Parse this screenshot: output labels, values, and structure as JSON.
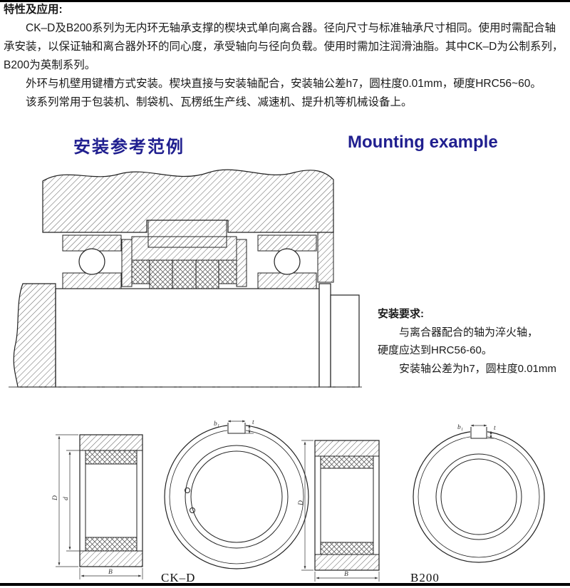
{
  "colors": {
    "accent": "#201f8f",
    "line": "#222222"
  },
  "intro": {
    "title": "特性及应用:",
    "p1": "CK–D及B200系列为无内环无轴承支撑的楔块式单向离合器。径向尺寸与标准轴承尺寸相同。使用时需配合轴承安装，以保证轴和离合器外环的同心度，承受轴向与径向负载。使用时需加注润滑油脂。其中CK–D为公制系列，B200为英制系列。",
    "p2": "外环与机壁用键槽方式安装。楔块直接与安装轴配合，安装轴公差h7，圆柱度0.01mm，硬度HRC56~60。",
    "p3": "该系列常用于包装机、制袋机、瓦楞纸生产线、减速机、提升机等机械设备上。"
  },
  "headings": {
    "zh": "安装参考范例",
    "en": "Mounting example"
  },
  "notes": {
    "title": "安装要求:",
    "line1": "与离合器配合的轴为淬火轴，",
    "line2": "硬度应达到HRC56-60。",
    "line3": "安装轴公差为h7，圆柱度0.01mm"
  },
  "figures": {
    "ckd_caption": "CK–D",
    "b200_caption": "B200",
    "dim_D": "D",
    "dim_d": "d",
    "dim_B": "B",
    "dim_b1": "b₁",
    "dim_t": "t"
  }
}
